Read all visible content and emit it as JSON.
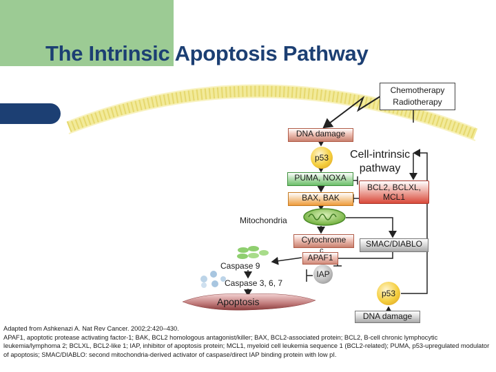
{
  "title": "The Intrinsic Apoptosis Pathway",
  "chemo": {
    "line1": "Chemotherapy",
    "line2": "Radiotherapy"
  },
  "dna_damage": "DNA damage",
  "p53": "p53",
  "cell_intrinsic": {
    "line1": "Cell-intrinsic",
    "line2": "pathway"
  },
  "puma_noxa": "PUMA, NOXA",
  "bax_bak": "BAX, BAK",
  "bcl2": {
    "line1": "BCL2, BCLXL,",
    "line2": "MCL1"
  },
  "mitochondria": "Mitochondria",
  "cytochrome": "Cytochrome",
  "cytochrome_c": "c",
  "apaf1": "APAF1",
  "smac": "SMAC/DIABLO",
  "caspase9": "Caspase 9",
  "iap": "IAP",
  "caspase367": "Caspase 3, 6, 7",
  "apoptosis": "Apoptosis",
  "p53_bottom": "p53",
  "dna_damage_bottom": "DNA damage",
  "footnote": {
    "line1": "Adapted from Ashkenazi A. Nat Rev Cancer. 2002;2:420–430.",
    "line2": "APAF1, apoptotic protease activating factor-1; BAK, BCL2 homologous antagonist/killer; BAX, BCL2-associated protein; BCL2, B-cell chronic lymphocytic leukemia/lymphoma 2; BCLXL, BCL2-like 1; IAP, inhibitor of apoptosis protein; MCL1, myeloid cell leukemia sequence 1 (BCL2-related); PUMA, p53-upregulated modulator of apoptosis; SMAC/DIABLO: second mitochondria-derived activator of caspase/direct IAP binding protein with low pI."
  },
  "colors": {
    "title": "#1c3f73",
    "green_block": "#9ccb94",
    "blue_bar": "#1c3f73",
    "membrane": "#f2ea9a"
  }
}
